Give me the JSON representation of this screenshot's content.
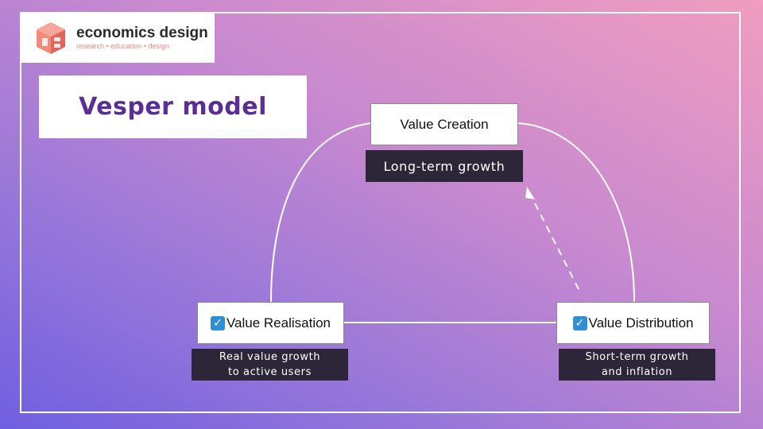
{
  "logo": {
    "name": "economics design",
    "tagline": "research • education • design",
    "colors": {
      "mark": "#f28a7c",
      "text": "#2b2b2b"
    }
  },
  "title": "Vesper model",
  "nodes": {
    "creation": {
      "label": "Value Creation",
      "tag": [
        "Long-term growth"
      ]
    },
    "realisation": {
      "label": "Value Realisation",
      "checked": true,
      "tag": [
        "Real value growth",
        "to active users"
      ]
    },
    "distribution": {
      "label": "Value Distribution",
      "checked": true,
      "tag": [
        "Short-term growth",
        "and inflation"
      ]
    }
  },
  "icons": {
    "check": "check-mark-button-icon",
    "arrow": "dashed-arrow-up-icon"
  },
  "colors": {
    "title": "#5b2d96",
    "tag_bg": "#2d2638",
    "check": "#2e8fd6",
    "background_start": "#6f5fe0",
    "background_end": "#f09dbf"
  }
}
